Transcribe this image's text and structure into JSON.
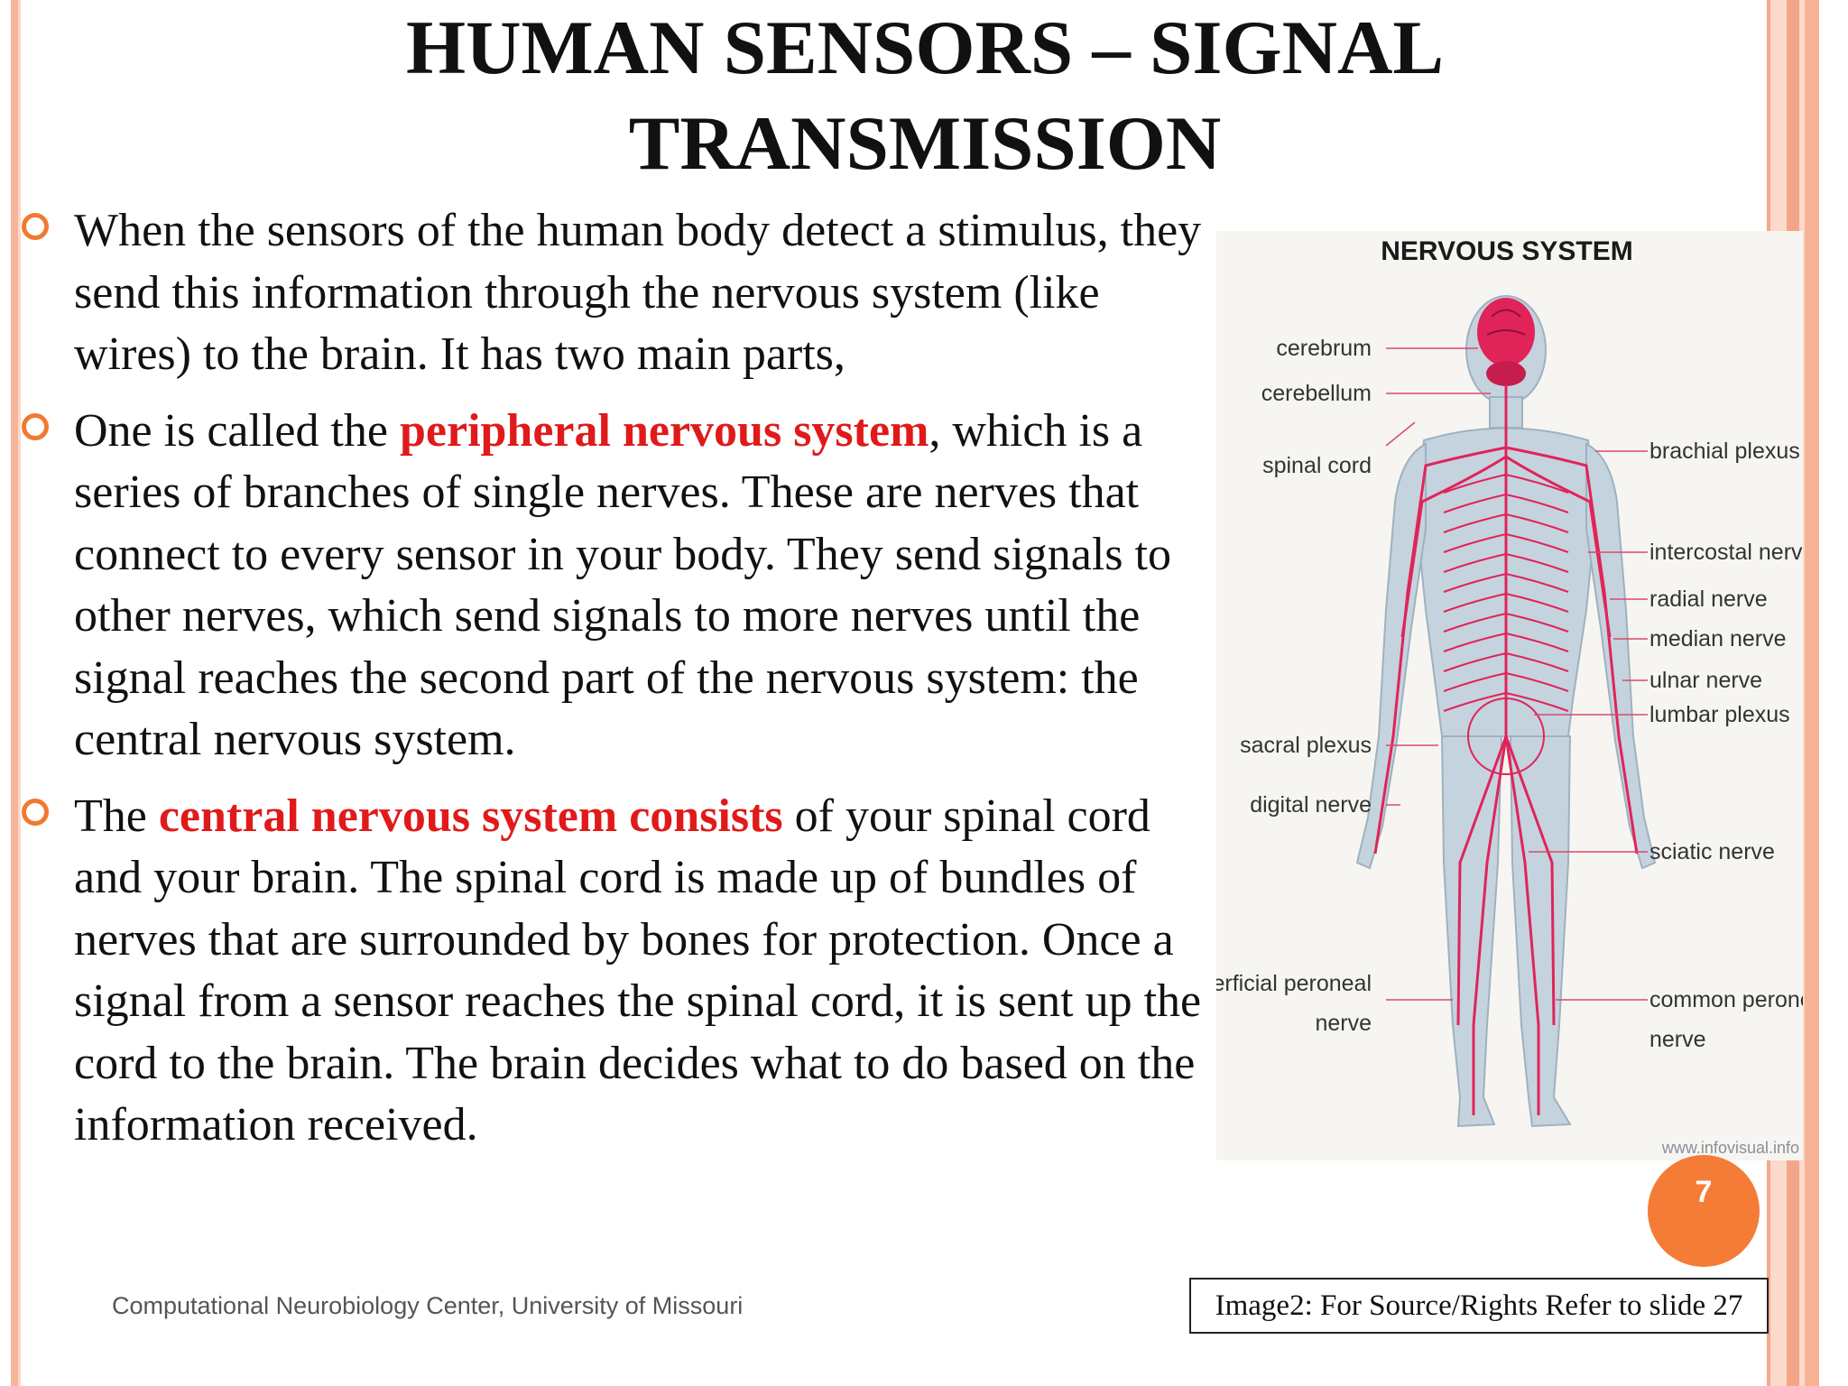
{
  "title": {
    "line1": "HUMAN SENSORS – SIGNAL",
    "line2": "TRANSMISSION"
  },
  "bullets": [
    {
      "parts": [
        {
          "text": "When the sensors of the human body detect a stimulus, they send this information through the nervous system (like wires) to the brain. It has two main parts,",
          "highlight": false
        }
      ]
    },
    {
      "parts": [
        {
          "text": "One is called the ",
          "highlight": false
        },
        {
          "text": "peripheral nervous system",
          "highlight": true
        },
        {
          "text": ", which is a series of branches of single nerves. These are nerves that connect to every sensor in your body. They send signals to other nerves, which send signals to more nerves until the signal reaches the second part of the nervous system: the central nervous system.",
          "highlight": false
        }
      ]
    },
    {
      "parts": [
        {
          "text": "The ",
          "highlight": false
        },
        {
          "text": "central nervous system consists",
          "highlight": true
        },
        {
          "text": " of your spinal cord and your brain.  The spinal cord is made up of bundles of nerves that are surrounded by bones for protection.  Once a signal from a sensor reaches the spinal cord, it is sent up the cord to the brain. The brain decides what to do based on the information received.",
          "highlight": false
        }
      ]
    }
  ],
  "figure": {
    "title": "NERVOUS SYSTEM",
    "labels_left": [
      "cerebrum",
      "cerebellum",
      "spinal cord",
      "sacral plexus",
      "digital nerve",
      "superficial peroneal",
      "nerve"
    ],
    "labels_right": [
      "brachial plexus",
      "intercostal nerve",
      "radial nerve",
      "median nerve",
      "ulnar nerve",
      "lumbar plexus",
      "sciatic nerve",
      "common peroneal",
      "nerve"
    ],
    "watermark": "www.infovisual.info"
  },
  "footer": "Computational Neurobiology Center, University of Missouri",
  "slide_number": "7",
  "source_caption": "Image2: For Source/Rights Refer to slide 27",
  "colors": {
    "accent": "#f07a30",
    "highlight": "#e01a1a",
    "nerve": "#e0245a"
  }
}
